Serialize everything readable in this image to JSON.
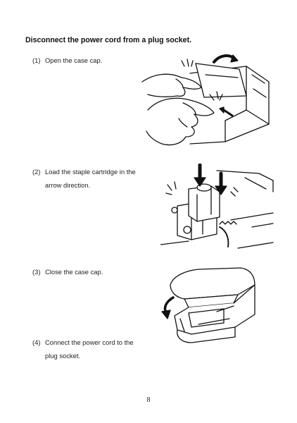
{
  "heading": "Disconnect the power cord from a plug socket.",
  "steps": [
    {
      "number": "(1)",
      "line1": "Open the case cap.",
      "line2": ""
    },
    {
      "number": "(2)",
      "line1": "Load the staple cartridge in the",
      "line2": "arrow direction."
    },
    {
      "number": "(3)",
      "line1": "Close the case cap.",
      "line2": ""
    },
    {
      "number": "(4)",
      "line1": "Connect the power cord to the",
      "line2": "plug socket."
    }
  ],
  "page_number": "8"
}
